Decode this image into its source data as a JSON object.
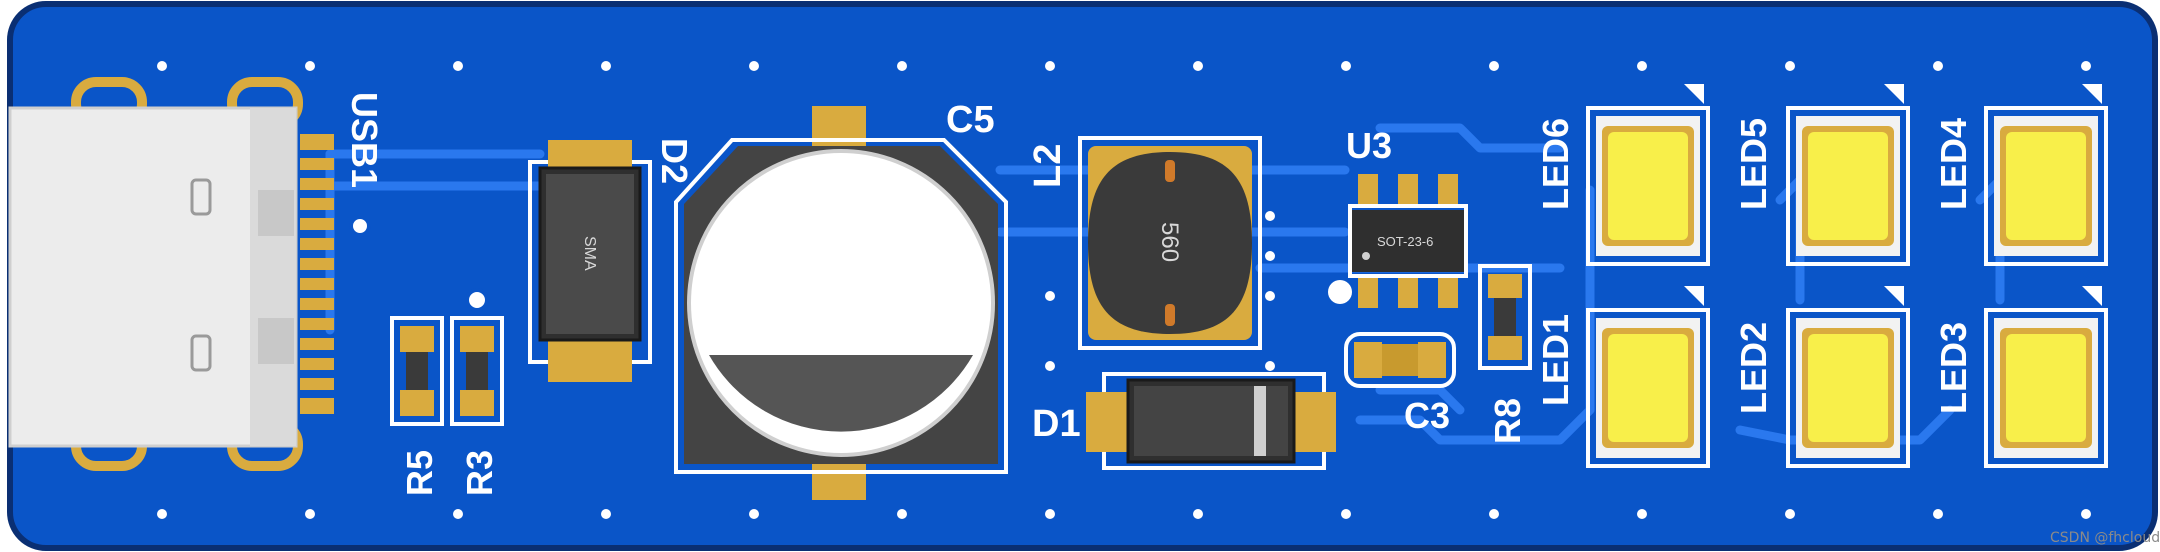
{
  "colors": {
    "soldermask": "#0a55c8",
    "copper": "#1e6be0",
    "pad": "#d9ab3f",
    "silkscreen": "#ffffff",
    "led_lens": "#f8ef4a",
    "body_dark": "#3c3c3c"
  },
  "labels": {
    "usb1": "USB1",
    "d2": "D2",
    "c5": "C5",
    "l2": "L2",
    "u3": "U3",
    "led6": "LED6",
    "led5": "LED5",
    "led4": "LED4",
    "led1": "LED1",
    "led2": "LED2",
    "led3": "LED3",
    "r5": "R5",
    "r3": "R3",
    "d1": "D1",
    "c3": "C3",
    "r8": "R8"
  },
  "package_marks": {
    "d2": "SMA",
    "l2": "560",
    "u3": "SOT-23-6"
  },
  "watermark": "CSDN @fhclouds"
}
